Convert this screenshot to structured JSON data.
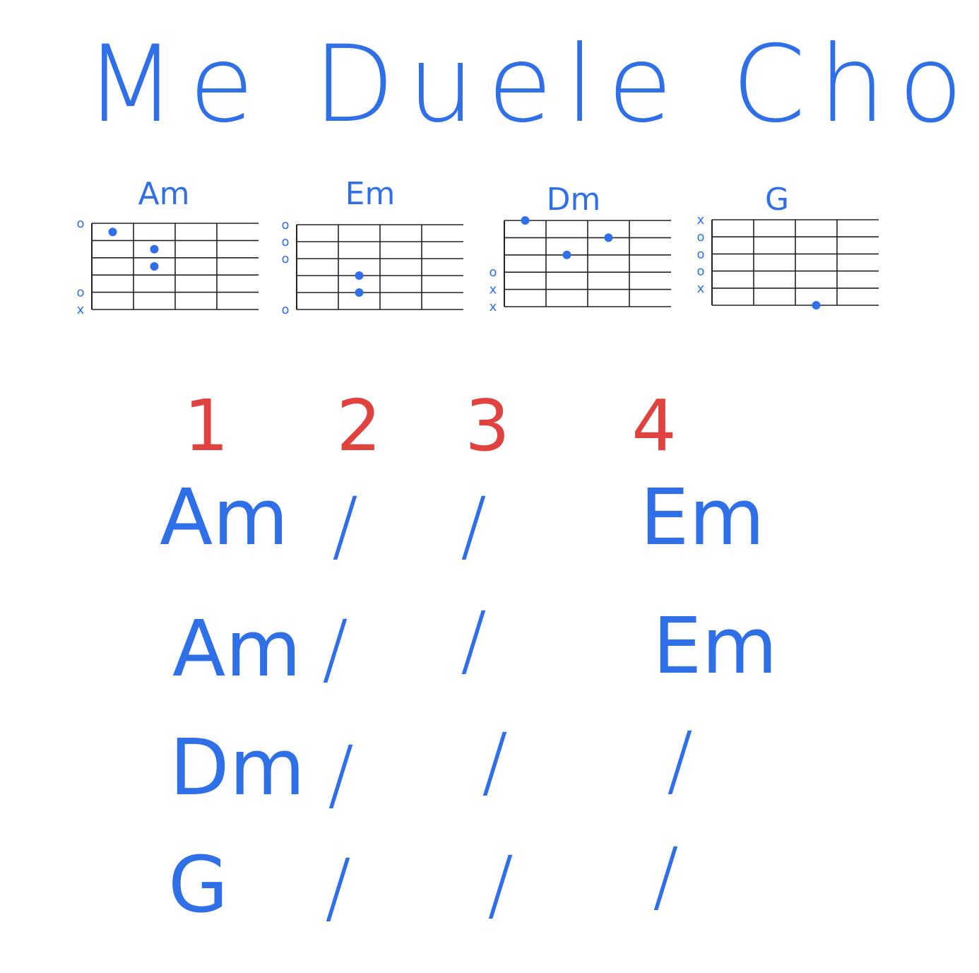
{
  "title": "Me Duele Chords",
  "colors": {
    "ink": "#2f6fe8",
    "beat": "#e0433f",
    "grid": "#222222"
  },
  "diagrams": [
    {
      "name": "Am",
      "markers": [
        "o",
        "",
        "",
        "",
        "o",
        "x"
      ],
      "dots": [
        [
          0,
          0.5
        ],
        [
          1,
          1.5
        ],
        [
          1,
          2.5
        ]
      ]
    },
    {
      "name": "Em",
      "markers": [
        "o",
        "o",
        "o",
        "",
        "",
        "o"
      ],
      "dots": [
        [
          1,
          3
        ],
        [
          1,
          4
        ]
      ]
    },
    {
      "name": "Dm",
      "markers": [
        "",
        "",
        "",
        "o",
        "x",
        "x"
      ],
      "dots": [
        [
          0,
          0
        ],
        [
          2,
          1
        ],
        [
          1,
          2
        ]
      ]
    },
    {
      "name": "G",
      "markers": [
        "x",
        "o",
        "o",
        "o",
        "x",
        ""
      ],
      "dots": [
        [
          2,
          5
        ]
      ]
    }
  ],
  "beats": [
    "1",
    "2",
    "3",
    "4"
  ],
  "progression": [
    [
      "Am",
      "/",
      "/",
      "Em"
    ],
    [
      "Am",
      "/",
      "/",
      "Em"
    ],
    [
      "Dm",
      "/",
      "/",
      "/"
    ],
    [
      "G",
      "/",
      "/",
      "/"
    ]
  ]
}
